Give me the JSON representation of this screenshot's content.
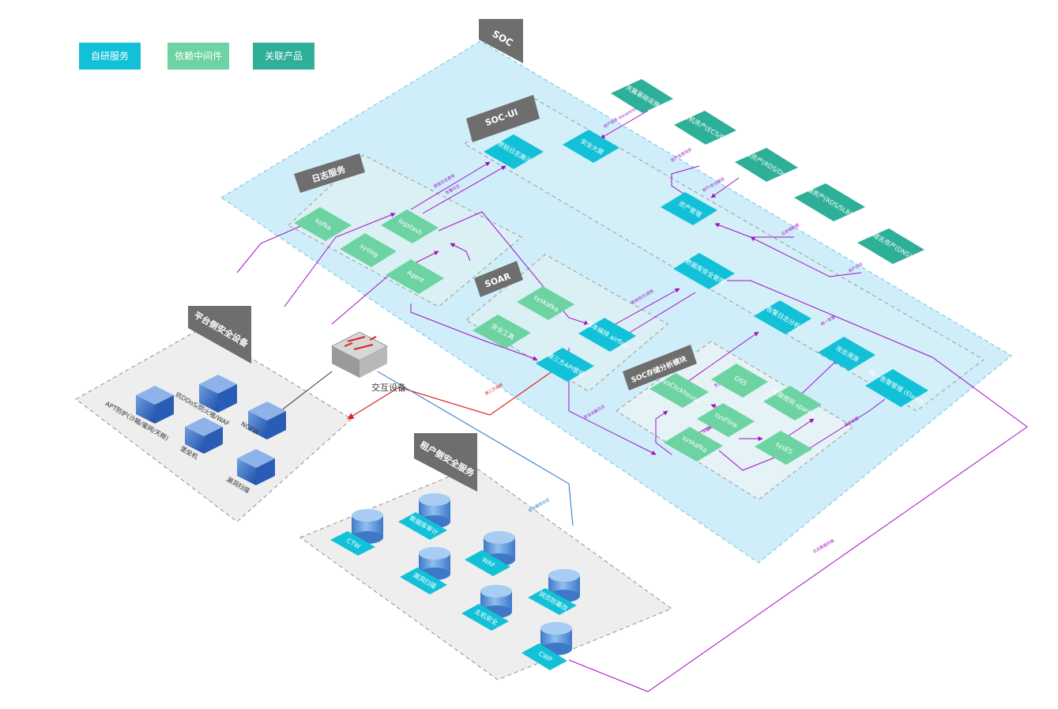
{
  "legend": {
    "self_dev": "自研服务",
    "middleware": "依赖中间件",
    "related": "关联产品"
  },
  "colors": {
    "self_dev": "#12c1d8",
    "middleware": "#6ed3a2",
    "related": "#2eaf98",
    "soc_plane": "#bfe8f7",
    "group_header": "#6e6e6e",
    "flow_purple": "#a30fc2",
    "flow_red": "#e02020",
    "flow_blue": "#1f6fc4"
  },
  "groups": {
    "soc": "SOC",
    "soc_ui": "SOC-UI",
    "log_service": "日志服务",
    "soar": "SOAR",
    "soc_storage": "SOC存储分析模块",
    "platform_devices": "平台侧安全设备",
    "tenant_services": "租户侧安全服务"
  },
  "nodes": {
    "related_external": "天翼基础设施",
    "related_ecs": "云主机资产(ECS/CAS)",
    "related_ccos": "CCOS资产(RDS/Docker)",
    "related_rds": "云存储资产(RDS/SLB/OSS)",
    "related_dns": "域名资产(DNS)",
    "ui_source": "原始日志展示",
    "ui_security": "安全大屏",
    "ui_asset": "资产管理",
    "ui_data": "数据库安全管理",
    "log_kafka": "kafka",
    "log_logstash": "logstash",
    "log_syslog": "syslog",
    "log_agent": "Agent",
    "soar_kafka": "syskafka",
    "soar_tools": "安全工具",
    "soar_airflow": "剧本编排 airflow",
    "soar_api": "第三方API管理",
    "st_analysis": "告警日志分析",
    "st_clickhouse": "sysClickhouse",
    "st_oss": "OSS",
    "st_flink": "sysFlink",
    "st_spark": "关联规则 sparkx",
    "st_event": "攻击溯源",
    "st_threat": "统一告警管理 (Elastic)",
    "st_kafka": "syskafka",
    "st_es": "sysES",
    "switch": "交互设备",
    "dev_ddos": "抗DDoS/防火墙/WAF",
    "dev_apt": "APT防护(沙箱/蜜网/天眼)",
    "dev_ngfw": "NGFW",
    "dev_bastion": "堡垒机",
    "dev_scan": "漏洞扫描",
    "ten_ctw": "CTW",
    "ten_dbaudit": "数据库审计",
    "ten_waf": "WAF",
    "ten_vuln": "漏洞扫描",
    "ten_host": "主机安全",
    "ten_web": "网页防篡改",
    "ten_cwp": "CWP"
  },
  "flow_labels": {
    "a1": "资产信息 (tenant/asset)",
    "a2": "资产信息同步",
    "a3": "资产/安全服务",
    "a4": "云存储数据",
    "a5": "资产日志",
    "b1": "原始日志查询",
    "b2": "告警日志",
    "c1": "剧本执行/调用",
    "c2": "第三方调用",
    "d1": "告警事件",
    "d2": "统一告警",
    "d3": "实时告警",
    "d4": "事件处置",
    "e1": "安全设备日志",
    "e2": "安全服务日志",
    "e3": "日志数据传输"
  }
}
